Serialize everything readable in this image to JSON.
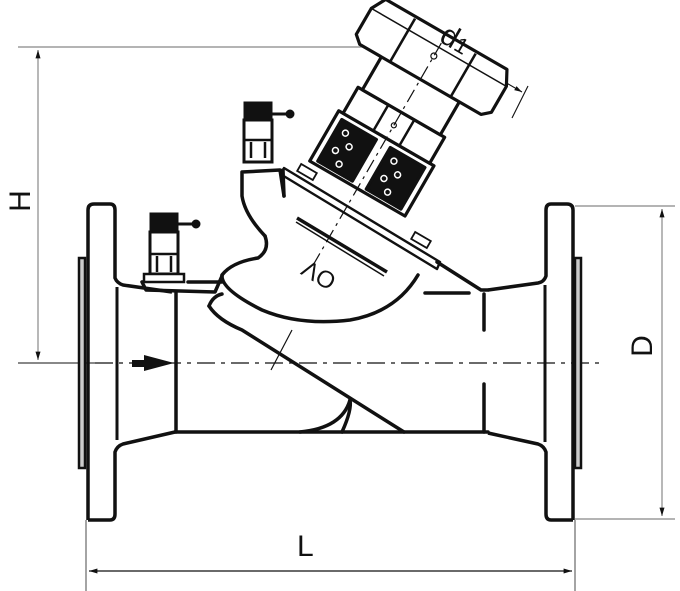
{
  "drawing": {
    "type": "technical drawing",
    "subject": "flanged balancing valve (side view)",
    "line_color": "#111111",
    "dimension_line_color": "#888888",
    "background": "#ffffff"
  },
  "dimensions": {
    "H": {
      "label": "H",
      "orientation": "vertical",
      "position": "left",
      "meaning": "height from pipe axis to top of handwheel"
    },
    "D": {
      "label": "D",
      "orientation": "vertical",
      "position": "right",
      "meaning": "flange outer diameter"
    },
    "L": {
      "label": "L",
      "orientation": "horizontal",
      "position": "bottom",
      "meaning": "face-to-face length"
    },
    "d1": {
      "label": "d",
      "subscript": "1",
      "orientation": "diagonal",
      "position": "top",
      "meaning": "handwheel diameter"
    }
  },
  "body_marking": {
    "text": "OV",
    "rotated": true
  },
  "components": [
    {
      "name": "inlet-flange",
      "side": "left"
    },
    {
      "name": "outlet-flange",
      "side": "right"
    },
    {
      "name": "handwheel",
      "position": "top, angled"
    },
    {
      "name": "measuring-nipple",
      "count": 2
    },
    {
      "name": "flow-direction-arrow",
      "direction": "left-to-right"
    }
  ]
}
